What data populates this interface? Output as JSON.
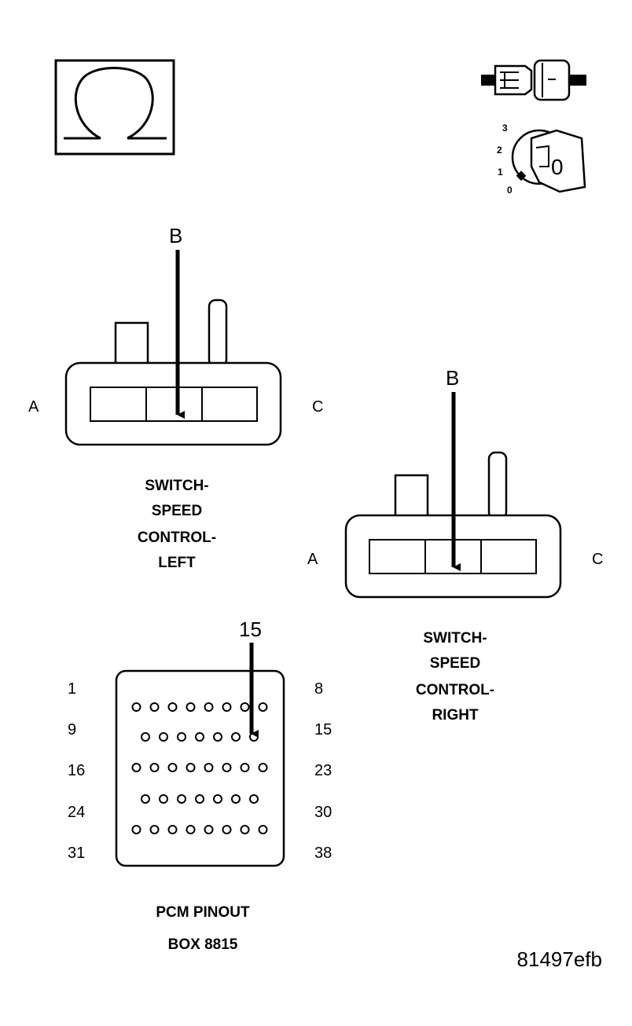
{
  "ohm_symbol": "Ω",
  "ignition": {
    "positions": [
      "3",
      "2",
      "1",
      "0"
    ],
    "key_position": "0"
  },
  "left_connector": {
    "arrow_label": "B",
    "pin_a": "A",
    "pin_c": "C",
    "caption": [
      "SWITCH-",
      "SPEED",
      "CONTROL-",
      "LEFT"
    ]
  },
  "right_connector": {
    "arrow_label": "B",
    "pin_a": "A",
    "pin_c": "C",
    "caption": [
      "SWITCH-",
      "SPEED",
      "CONTROL-",
      "RIGHT"
    ]
  },
  "pcm": {
    "arrow_label": "15",
    "left_numbers": [
      "1",
      "9",
      "16",
      "24",
      "31"
    ],
    "right_numbers": [
      "8",
      "15",
      "23",
      "30",
      "38"
    ],
    "row_pin_counts": [
      8,
      7,
      8,
      7,
      8
    ],
    "highlighted_pin": 15,
    "caption": [
      "PCM PINOUT",
      "BOX 8815"
    ]
  },
  "figure_id": "81497efb"
}
